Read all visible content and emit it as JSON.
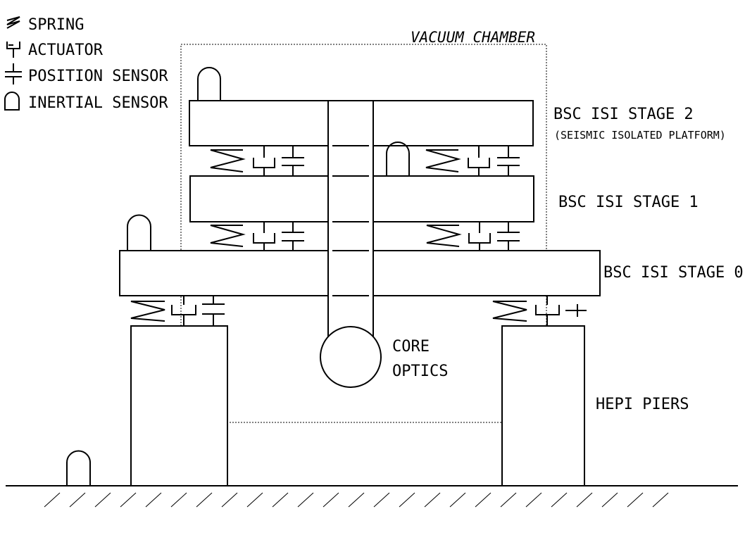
{
  "legend": {
    "spring": "SPRING",
    "actuator": "ACTUATOR",
    "position_sensor": "POSITION SENSOR",
    "inertial_sensor": "INERTIAL SENSOR"
  },
  "labels": {
    "vacuum_chamber": "VACUUM CHAMBER",
    "stage2": "BSC ISI STAGE 2",
    "stage2_sub": "(SEISMIC ISOLATED PLATFORM)",
    "stage1": "BSC ISI STAGE 1",
    "stage0": "BSC ISI STAGE 0",
    "core_optics_line1": "CORE",
    "core_optics_line2": "OPTICS",
    "hepi_piers": "HEPI PIERS"
  }
}
